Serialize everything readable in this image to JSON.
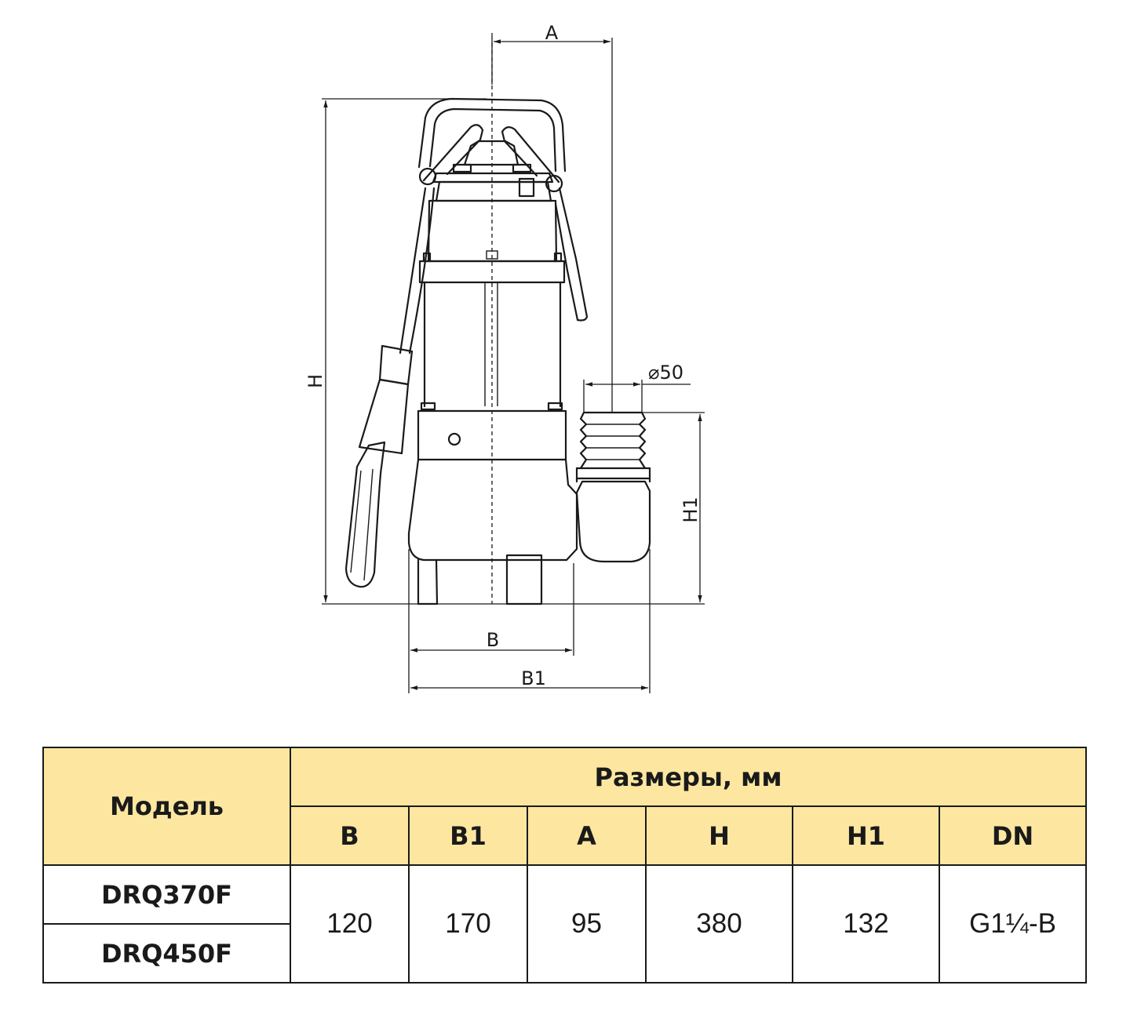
{
  "drawing": {
    "labels": {
      "a": "A",
      "h": "H",
      "diameter": "⌀50",
      "h1": "H1",
      "b": "B",
      "b1": "B1"
    }
  },
  "table": {
    "model_header": "Модель",
    "group_header": "Размеры, мм",
    "columns": [
      "B",
      "B1",
      "A",
      "H",
      "H1",
      "DN"
    ],
    "models": [
      "DRQ370F",
      "DRQ450F"
    ],
    "values": [
      "120",
      "170",
      "95",
      "380",
      "132",
      "G1¼-B"
    ]
  }
}
